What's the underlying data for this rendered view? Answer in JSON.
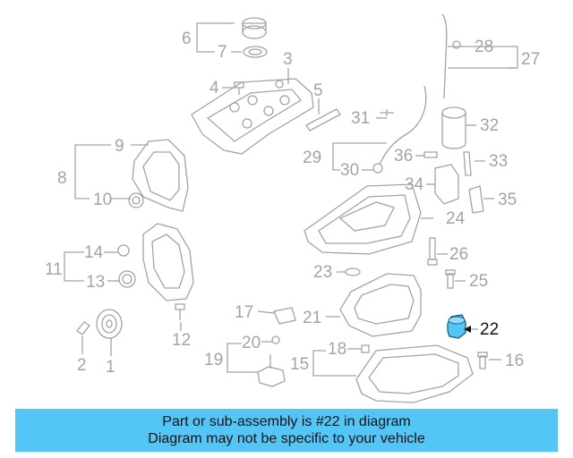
{
  "highlight_color": "#53c6f6",
  "labels": [
    {
      "id": "l1",
      "text": "1"
    },
    {
      "id": "l2",
      "text": "2"
    },
    {
      "id": "l3",
      "text": "3"
    },
    {
      "id": "l4",
      "text": "4"
    },
    {
      "id": "l5",
      "text": "5"
    },
    {
      "id": "l6",
      "text": "6"
    },
    {
      "id": "l7",
      "text": "7"
    },
    {
      "id": "l8",
      "text": "8"
    },
    {
      "id": "l9",
      "text": "9"
    },
    {
      "id": "l10",
      "text": "10"
    },
    {
      "id": "l11",
      "text": "11"
    },
    {
      "id": "l12",
      "text": "12"
    },
    {
      "id": "l13",
      "text": "13"
    },
    {
      "id": "l14",
      "text": "14"
    },
    {
      "id": "l15",
      "text": "15"
    },
    {
      "id": "l16",
      "text": "16"
    },
    {
      "id": "l17",
      "text": "17"
    },
    {
      "id": "l18",
      "text": "18"
    },
    {
      "id": "l19",
      "text": "19"
    },
    {
      "id": "l20",
      "text": "20"
    },
    {
      "id": "l21",
      "text": "21"
    },
    {
      "id": "l22",
      "text": "22"
    },
    {
      "id": "l23",
      "text": "23"
    },
    {
      "id": "l24",
      "text": "24"
    },
    {
      "id": "l25",
      "text": "25"
    },
    {
      "id": "l26",
      "text": "26"
    },
    {
      "id": "l27",
      "text": "27"
    },
    {
      "id": "l28",
      "text": "28"
    },
    {
      "id": "l29",
      "text": "29"
    },
    {
      "id": "l30",
      "text": "30"
    },
    {
      "id": "l31",
      "text": "31"
    },
    {
      "id": "l32",
      "text": "32"
    },
    {
      "id": "l33",
      "text": "33"
    },
    {
      "id": "l34",
      "text": "34"
    },
    {
      "id": "l35",
      "text": "35"
    },
    {
      "id": "l36",
      "text": "36"
    }
  ],
  "highlighted_part": "22",
  "banner": {
    "line1": "Part or sub-assembly is #22 in diagram",
    "line2": "Diagram may not be specific to your vehicle"
  }
}
